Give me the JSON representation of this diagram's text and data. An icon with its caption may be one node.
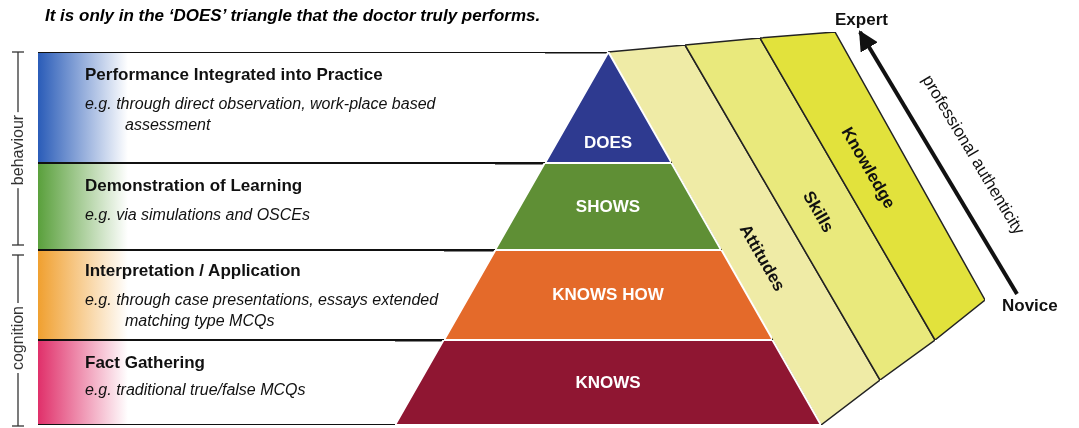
{
  "diagram": {
    "title": "It is only in the ‘DOES’ triangle that the doctor truly performs.",
    "nodes": [
      {
        "text": [
          "Performance Integrated into Practice",
          "e.g. through direct observation, work-place based assessment"
        ]
      },
      {
        "text": [
          "Demonstration of Learning",
          "e.g. via simulations and OSCEs"
        ]
      },
      {
        "text": [
          "Interpretation / Application",
          "e.g. through case presentations, essays extended matching type MCQs"
        ]
      },
      {
        "text": [
          "Fact Gathering",
          "e.g. traditional true/false MCQs"
        ]
      },
      {
        "text": [
          "DOES"
        ]
      },
      {
        "text": [
          "SHOWS"
        ]
      },
      {
        "text": [
          "KNOWS HOW"
        ]
      },
      {
        "text": [
          "KNOWS"
        ]
      },
      {
        "text": [
          "Attitudes"
        ]
      },
      {
        "text": [
          "Skills"
        ]
      },
      {
        "text": [
          "Knowledge"
        ]
      },
      {
        "text": [
          "Expert"
        ]
      },
      {
        "text": [
          "Novice"
        ]
      }
    ],
    "edges": [
      {
        "from": 12,
        "to": 11,
        "arrow": "to",
        "label": "professional authenticity"
      }
    ],
    "labels": [
      "behaviour",
      "cognition"
    ]
  }
}
